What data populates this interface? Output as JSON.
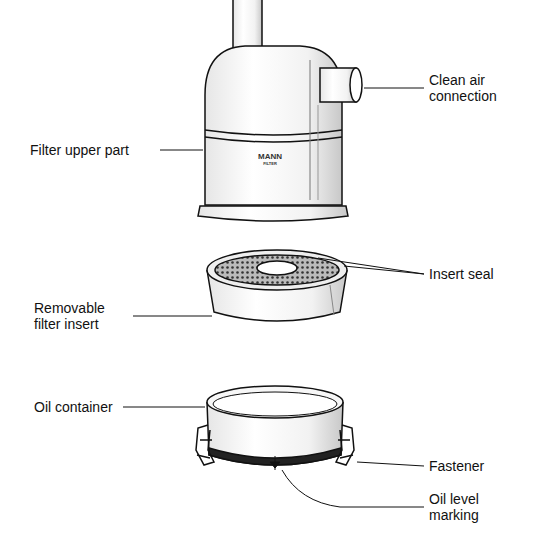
{
  "diagram": {
    "labels": [
      "Clean air connection",
      "Filter upper part",
      "Insert seal",
      "Removable filter insert",
      "Oil container",
      "Fastener",
      "Oil level marking",
      "MANN",
      "FILTER"
    ]
  }
}
